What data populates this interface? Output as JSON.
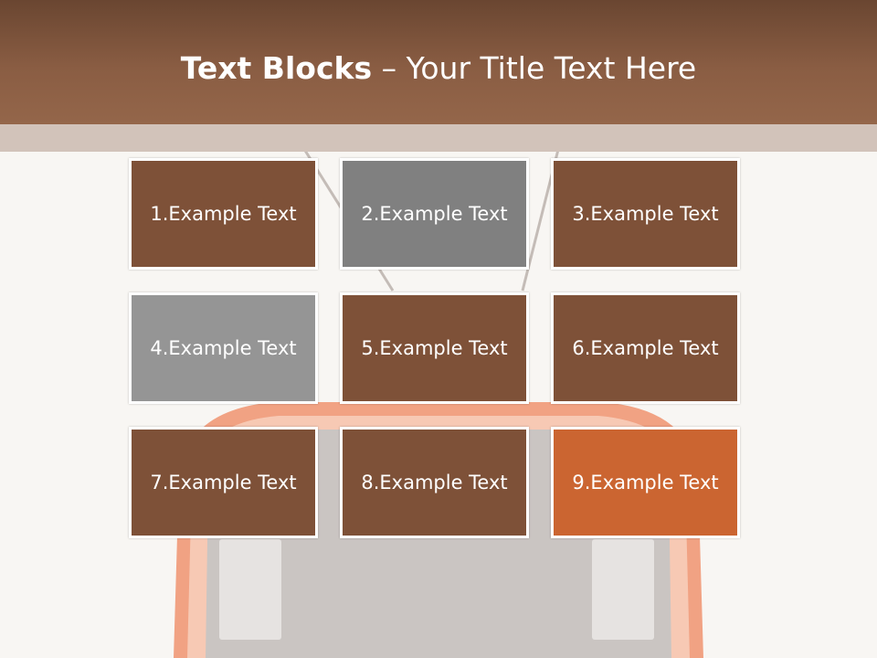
{
  "title": {
    "bold": "Text Blocks",
    "dash": "–",
    "rest": "Your Title Text Here"
  },
  "colors": {
    "brown": "#7e5138",
    "gray_dark": "#808080",
    "gray_light": "#959595",
    "orange": "#cb6531",
    "header": "#8a5d43"
  },
  "blocks": [
    {
      "label": "1.Example Text",
      "color": "#7e5138"
    },
    {
      "label": "2.Example Text",
      "color": "#808080"
    },
    {
      "label": "3.Example Text",
      "color": "#7e5138"
    },
    {
      "label": "4.Example Text",
      "color": "#959595"
    },
    {
      "label": "5.Example Text",
      "color": "#7e5138"
    },
    {
      "label": "6.Example Text",
      "color": "#7e5138"
    },
    {
      "label": "7.Example Text",
      "color": "#7e5138"
    },
    {
      "label": "8.Example Text",
      "color": "#7e5138"
    },
    {
      "label": "9.Example Text",
      "color": "#cb6531"
    }
  ]
}
